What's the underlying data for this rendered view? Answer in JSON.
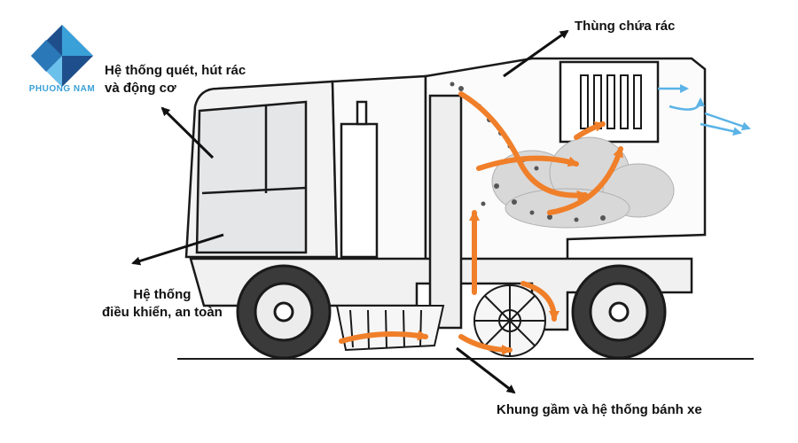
{
  "brand": {
    "name": "PHUONG NAM",
    "color": "#3aa0d8",
    "dark_color": "#1e4f8c"
  },
  "labels": {
    "sweep_system_line1": "Hệ thống quét, hút rác",
    "sweep_system_line2": "và động cơ",
    "hopper": "Thùng chứa rác",
    "control_line1": "Hệ thống",
    "control_line2": "điều khiển, an toàn",
    "chassis": "Khung gầm và hệ thống bánh xe"
  },
  "colors": {
    "flow_arrow": "#f07f2a",
    "air_arrow": "#5bb3e6",
    "outline": "#1a1a1a",
    "pointer": "#111111"
  }
}
